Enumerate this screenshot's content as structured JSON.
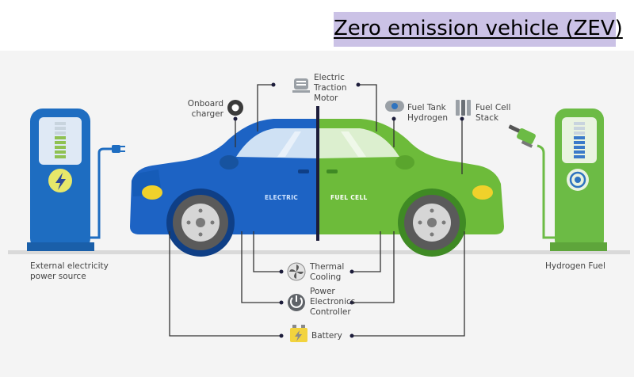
{
  "title": "Zero emission vehicle (ZEV)",
  "labels": {
    "traction_motor": [
      "Electric",
      "Traction",
      "Motor"
    ],
    "onboard_charger": [
      "Onboard",
      "charger"
    ],
    "fuel_tank": [
      "Fuel Tank",
      "Hydrogen"
    ],
    "fuel_cell_stack": [
      "Fuel Cell",
      "Stack"
    ],
    "external_source": [
      "External electricity",
      "power source"
    ],
    "hydrogen_fuel": "Hydrogen Fuel",
    "thermal_cooling": [
      "Thermal",
      "Cooling"
    ],
    "power_electronics": [
      "Power",
      "Electronics",
      "Controller"
    ],
    "battery": "Battery"
  },
  "car": {
    "electric_side": "ELECTRIC",
    "fuel_cell_side": "FUEL CELL"
  },
  "colors": {
    "electric_blue": "#1d63c4",
    "fuel_green": "#6dbb3a",
    "title_bg": "#cbc2e6",
    "station_blue": "#1e6dc1",
    "station_green": "#6cbb45"
  },
  "icons": {
    "charging_station": "lightning-icon",
    "hydrogen_station": "h2-icon",
    "plug": "plug-icon",
    "nozzle": "nozzle-icon"
  }
}
